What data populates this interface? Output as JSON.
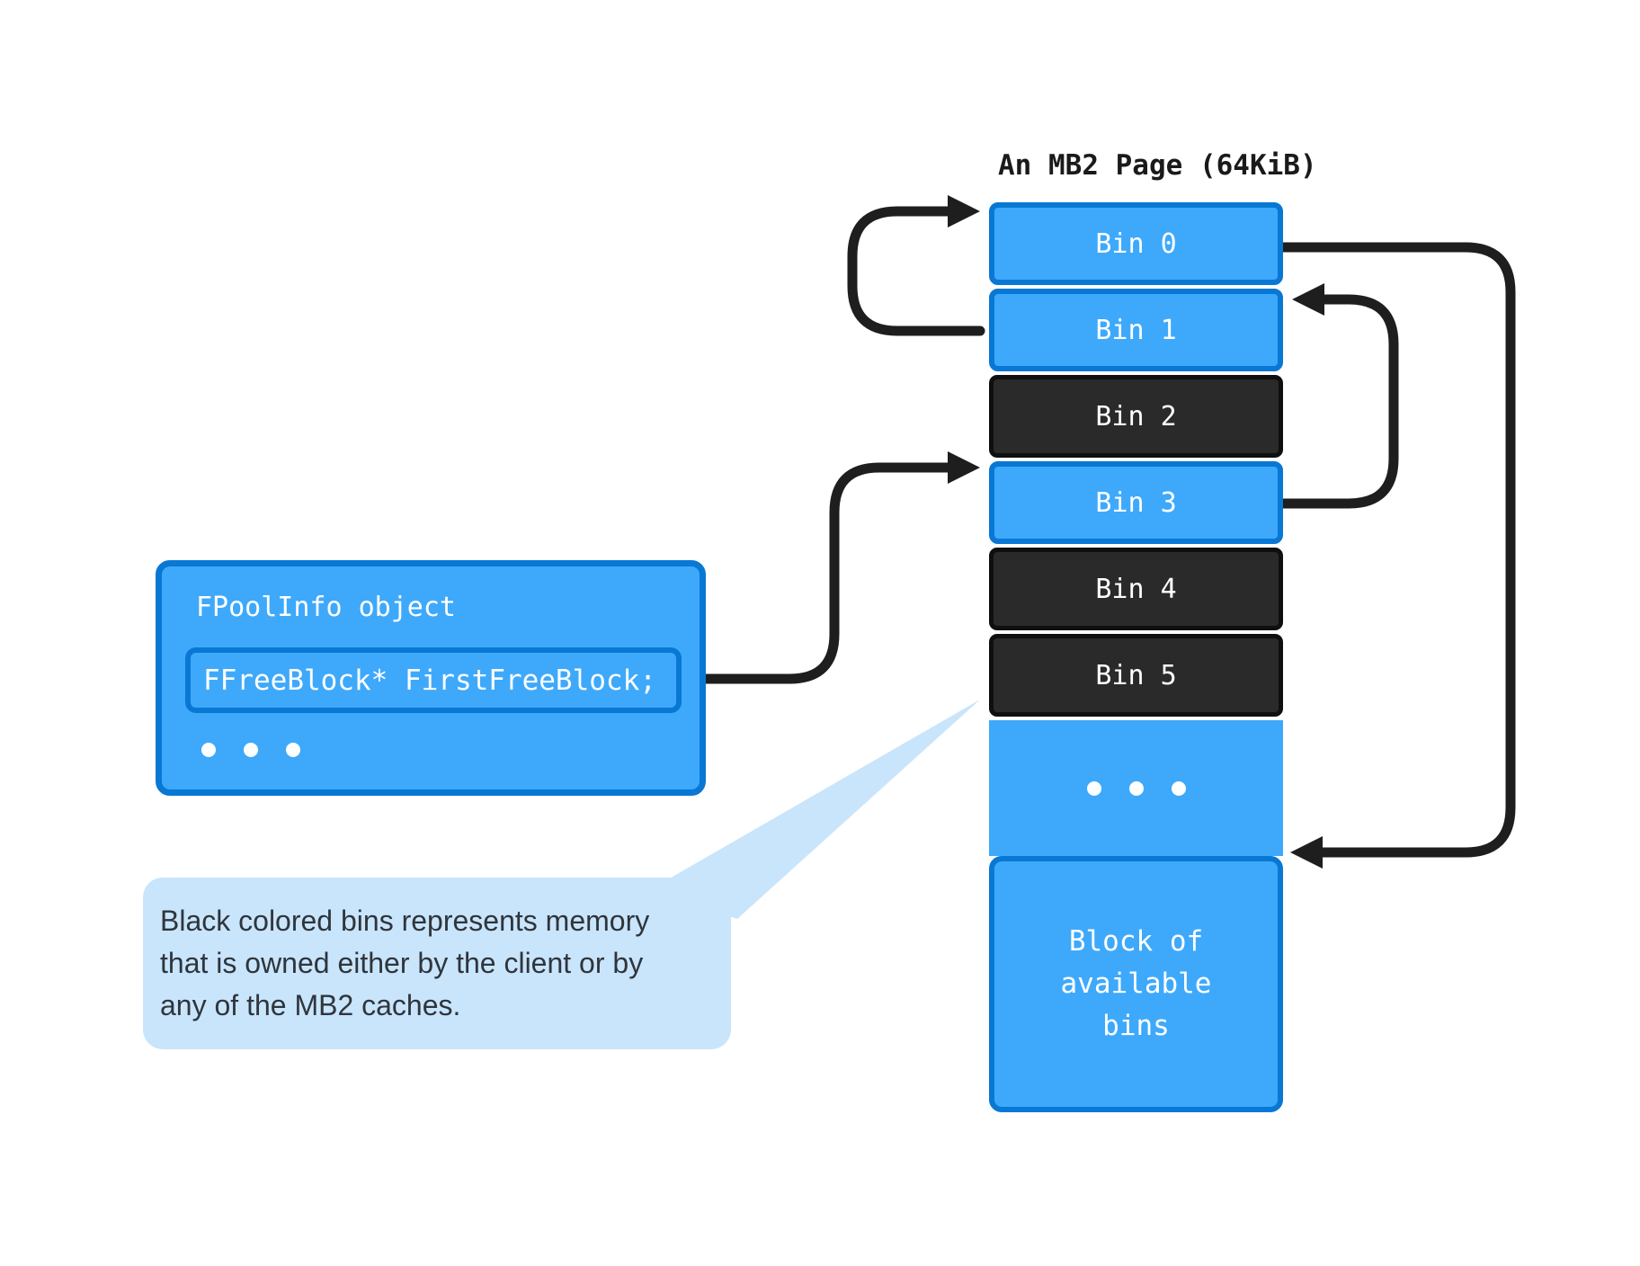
{
  "diagram": {
    "page_title": "An MB2 Page (64KiB)",
    "bins": [
      {
        "label": "Bin 0",
        "variant": "blue"
      },
      {
        "label": "Bin 1",
        "variant": "blue"
      },
      {
        "label": "Bin 2",
        "variant": "black"
      },
      {
        "label": "Bin 3",
        "variant": "blue"
      },
      {
        "label": "Bin 4",
        "variant": "black"
      },
      {
        "label": "Bin 5",
        "variant": "black"
      }
    ],
    "ellipsis_dots": 3,
    "block_label": {
      "lines": [
        "Block of",
        "available",
        "bins"
      ]
    },
    "fpool": {
      "title": "FPoolInfo object",
      "field": "FFreeBlock* FirstFreeBlock;"
    },
    "callout": {
      "lines": [
        "Black colored bins represents memory",
        "that is owned either by the client or by",
        "any of the MB2 caches."
      ]
    },
    "colors": {
      "bin_blue": "#3EA9FB",
      "bin_blue_border": "#0878D4",
      "bin_black": "#2A2A2A",
      "bin_black_border": "#0F0F0F",
      "callout_bg": "#C9E5FC",
      "callout_text": "#2F353C",
      "arrow": "#1E1E1E",
      "title_text": "#1A1A1A"
    }
  }
}
